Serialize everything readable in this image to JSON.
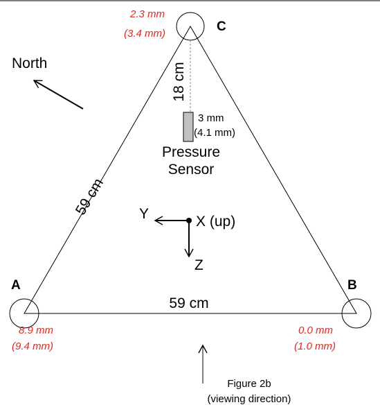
{
  "vertices": {
    "a": {
      "label": "A",
      "offset_primary": "8.9 mm",
      "offset_secondary": "(9.4 mm)"
    },
    "b": {
      "label": "B",
      "offset_primary": "0.0 mm",
      "offset_secondary": "(1.0 mm)"
    },
    "c": {
      "label": "C",
      "offset_primary": "2.3 mm",
      "offset_secondary": "(3.4 mm)"
    }
  },
  "side_left_length": "59 cm",
  "side_bottom_length": "59 cm",
  "sensor_distance": "18 cm",
  "sensor": {
    "name_line1": "Pressure",
    "name_line2": "Sensor",
    "size_primary": "3 mm",
    "size_secondary": "(4.1 mm)"
  },
  "axes": {
    "x": "X (up)",
    "y": "Y",
    "z": "Z"
  },
  "compass": {
    "label": "North"
  },
  "viewing": {
    "line1": "Figure 2b",
    "line2": "(viewing direction)"
  },
  "colors": {
    "offset_text": "#e8281e",
    "sensor_fill": "#c0c0c0",
    "stroke": "#000000"
  }
}
